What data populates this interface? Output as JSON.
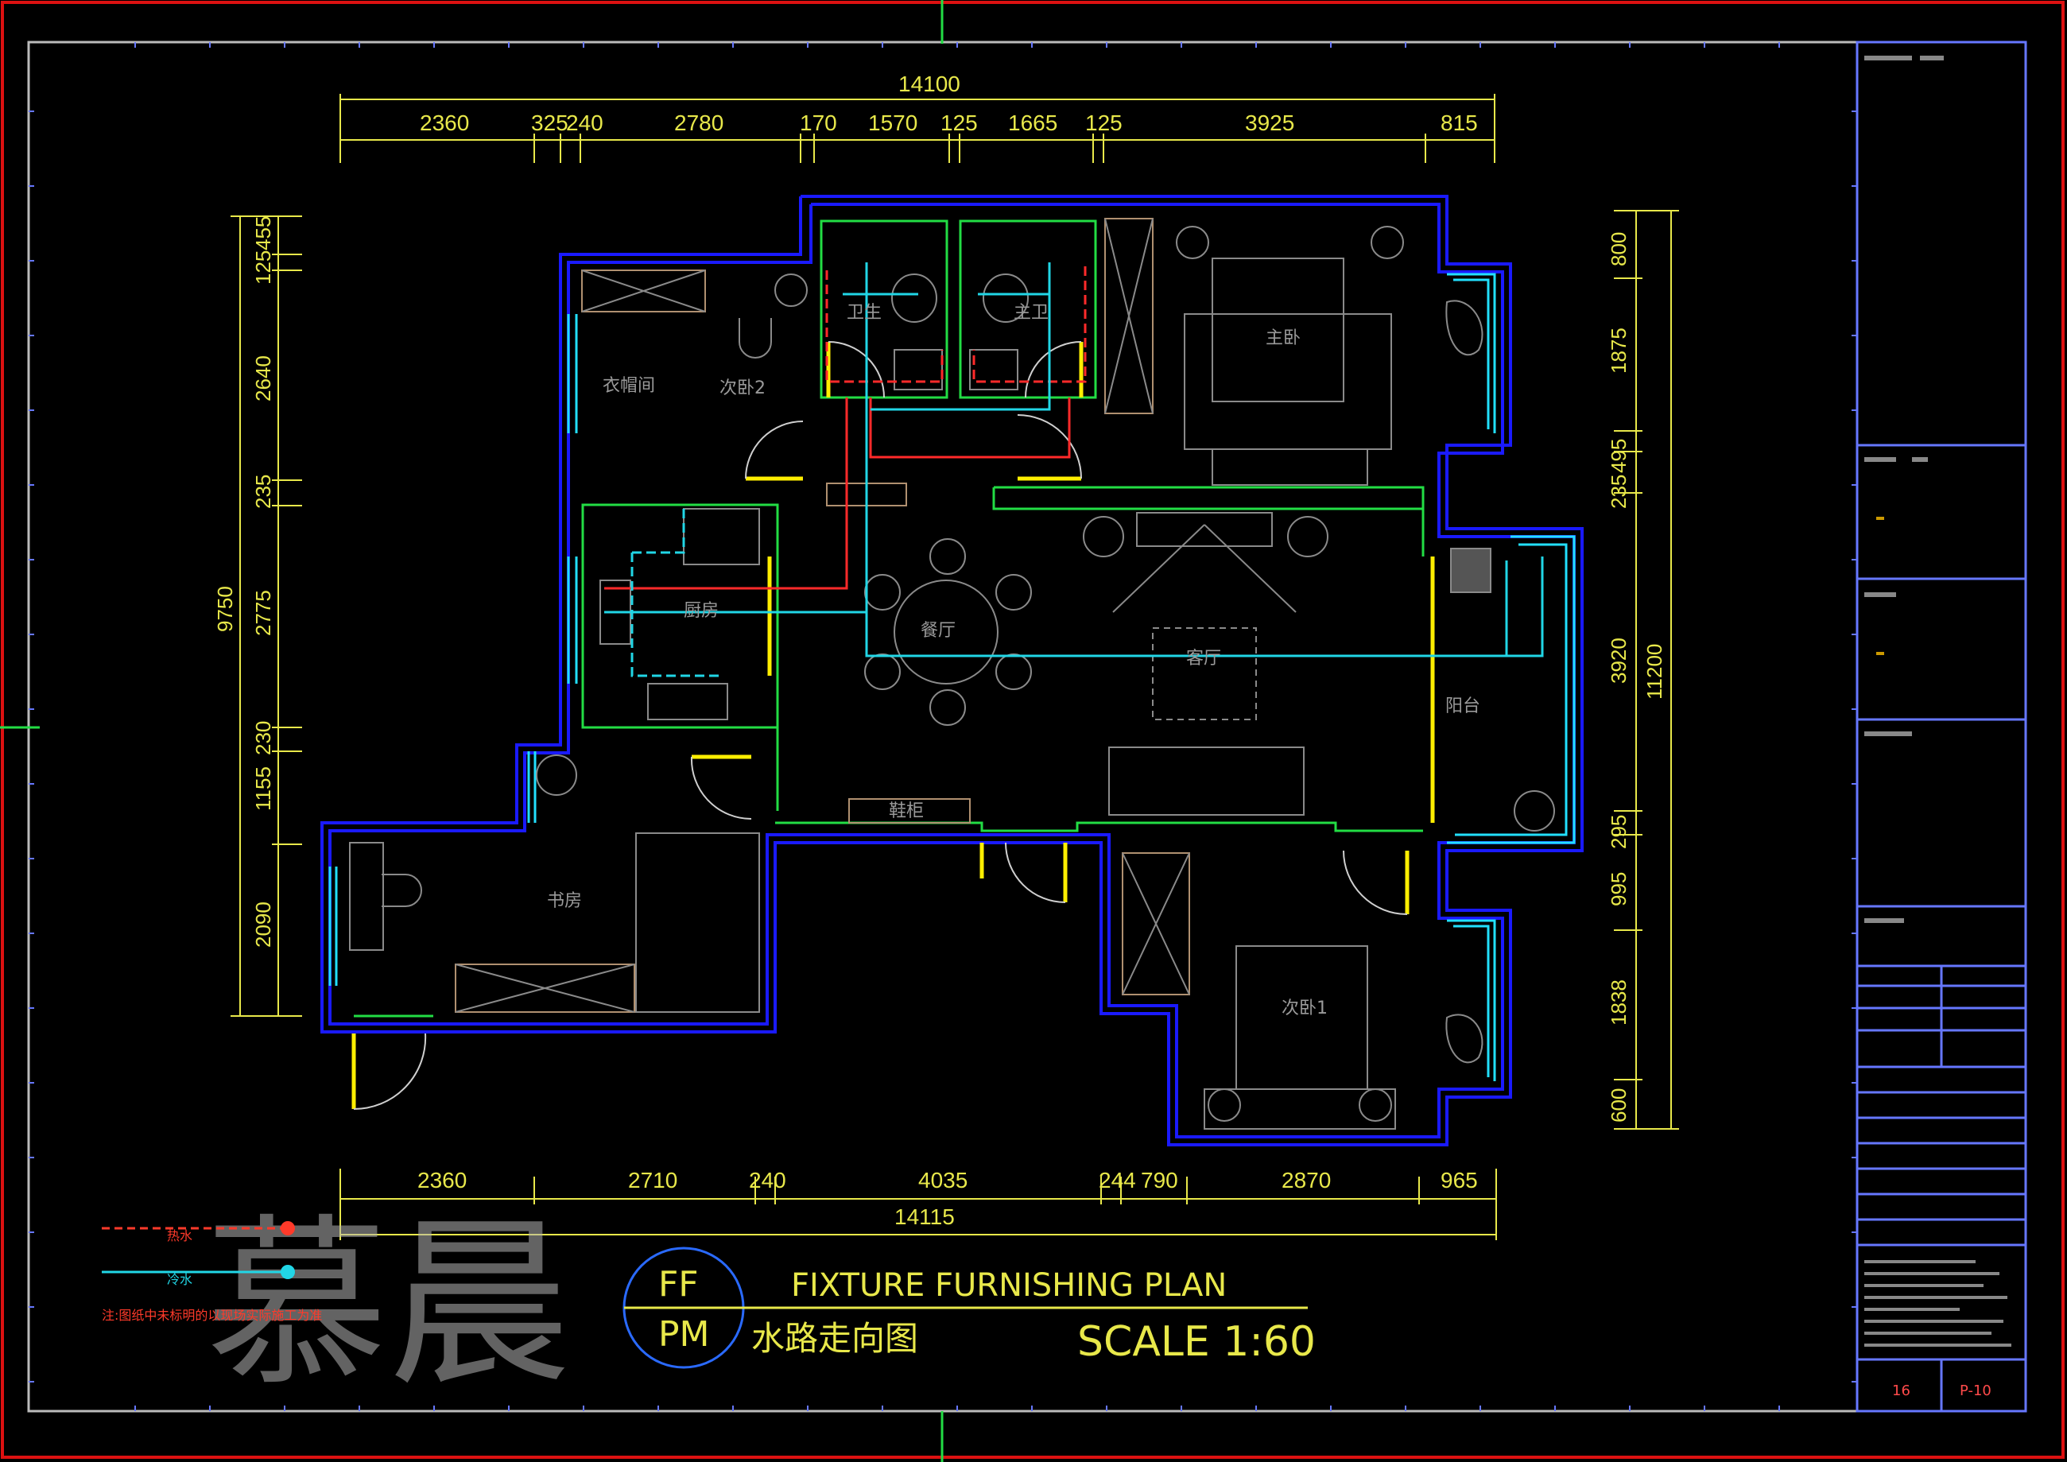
{
  "drawing": {
    "title_en": "FIXTURE FURNISHING PLAN",
    "title_cn": "水路走向图",
    "scale": "SCALE 1:60",
    "code_top": "FF",
    "code_bottom": "PM",
    "watermark": "慕晨"
  },
  "dimensions": {
    "top_total": "14100",
    "top": [
      "2360",
      "325",
      "240",
      "2780",
      "170",
      "1570",
      "125",
      "1665",
      "125",
      "3925",
      "815"
    ],
    "bottom": [
      "2360",
      "2710",
      "240",
      "4035",
      "244",
      "790",
      "2870",
      "965"
    ],
    "bottom_total": "14115",
    "left_total": "9750",
    "left": [
      "125",
      "455",
      "2640",
      "235",
      "2775",
      "230",
      "1155",
      "2090"
    ],
    "right_total": "11200",
    "right": [
      "800",
      "1875",
      "235",
      "495",
      "3920",
      "295",
      "995",
      "1838",
      "600"
    ]
  },
  "rooms": {
    "cloakroom": "衣帽间",
    "second_bedroom": "次卧2",
    "guest_bath": "卫生",
    "master_bath": "主卫",
    "master_bedroom": "主卧",
    "kitchen": "厨房",
    "dining": "餐厅",
    "living": "客厅",
    "balcony": "阳台",
    "study": "书房",
    "bedroom": "次卧1",
    "shoe_cabinet": "鞋柜"
  },
  "legend": {
    "hot_water": "热水",
    "cold_water": "冷水",
    "note": "注:图纸中未标明的以现场实际施工为准",
    "hot_color": "#ff3a2a",
    "cold_color": "#21d6e6"
  },
  "title_block": {
    "page_no": "16",
    "drawing_no": "P-10"
  },
  "colors": {
    "wall": "#1a1aff",
    "wall_inner": "#22dd44",
    "window": "#22e0ff",
    "door": "#ffee00",
    "dimension": "#e8e84a",
    "frame": "#d11",
    "furniture": "#8a8a8a"
  }
}
